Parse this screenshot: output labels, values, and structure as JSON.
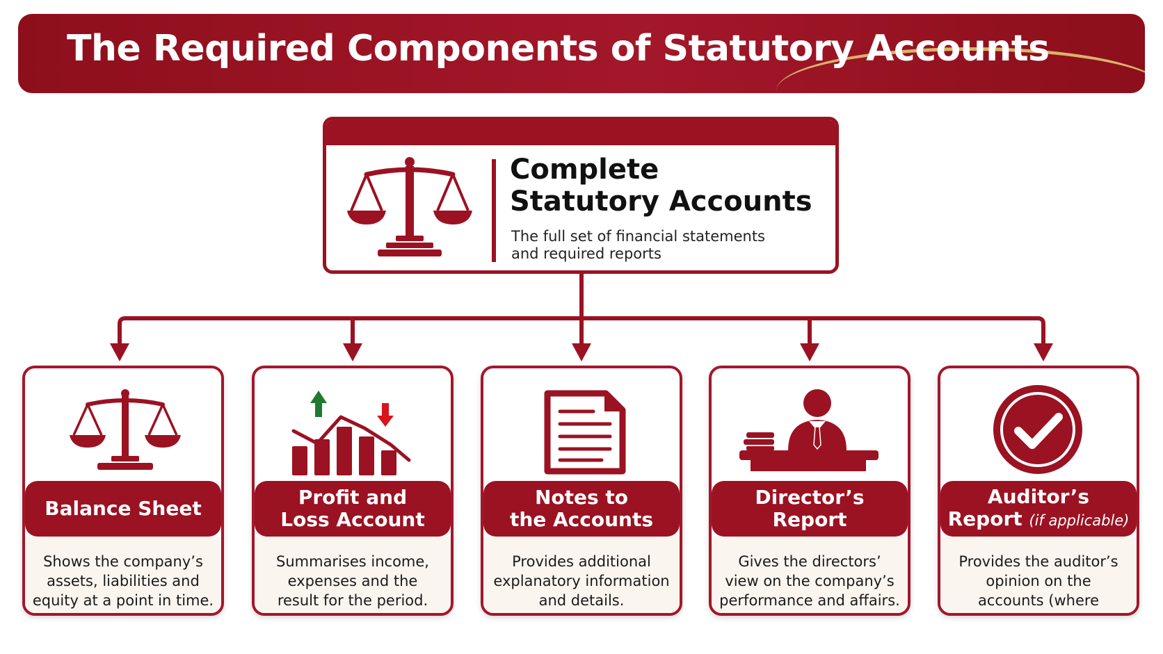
{
  "title": "The Required Components of Statutory Accounts",
  "main": {
    "title": "Complete\nStatutory Accounts",
    "subtitle": "The full set of financial statements\nand required reports",
    "icon": "scales-of-justice-icon"
  },
  "components": [
    {
      "id": "balance-sheet",
      "title": "Balance Sheet",
      "title_note": "",
      "description": "Shows the company’s\nassets, liabilities and\nequity at a point in time.",
      "icon": "scales-icon"
    },
    {
      "id": "profit-and-loss",
      "title": "Profit and\nLoss Account",
      "title_note": "",
      "description": "Summarises income,\nexpenses and the\nresult for the period.",
      "icon": "bar-chart-trend-icon"
    },
    {
      "id": "notes",
      "title": "Notes to\nthe Accounts",
      "title_note": "",
      "description": "Provides additional\nexplanatory information\nand details.",
      "icon": "document-icon"
    },
    {
      "id": "directors-report",
      "title": "Director’s\nReport",
      "title_note": "",
      "description": "Gives the directors’\nview on the company’s\nperformance and affairs.",
      "icon": "director-at-desk-icon"
    },
    {
      "id": "auditors-report",
      "title": "Auditor’s\nReport",
      "title_note": "(if applicable)",
      "description": "Provides the auditor’s\nopinion on the\naccounts (where required).",
      "icon": "checkmark-circle-icon"
    }
  ],
  "colors": {
    "primary": "#9b1222",
    "gold": "#d9b26b",
    "up_arrow": "#1e7a2e",
    "down_arrow": "#d8141c",
    "card_body": "#fbf5f0"
  }
}
